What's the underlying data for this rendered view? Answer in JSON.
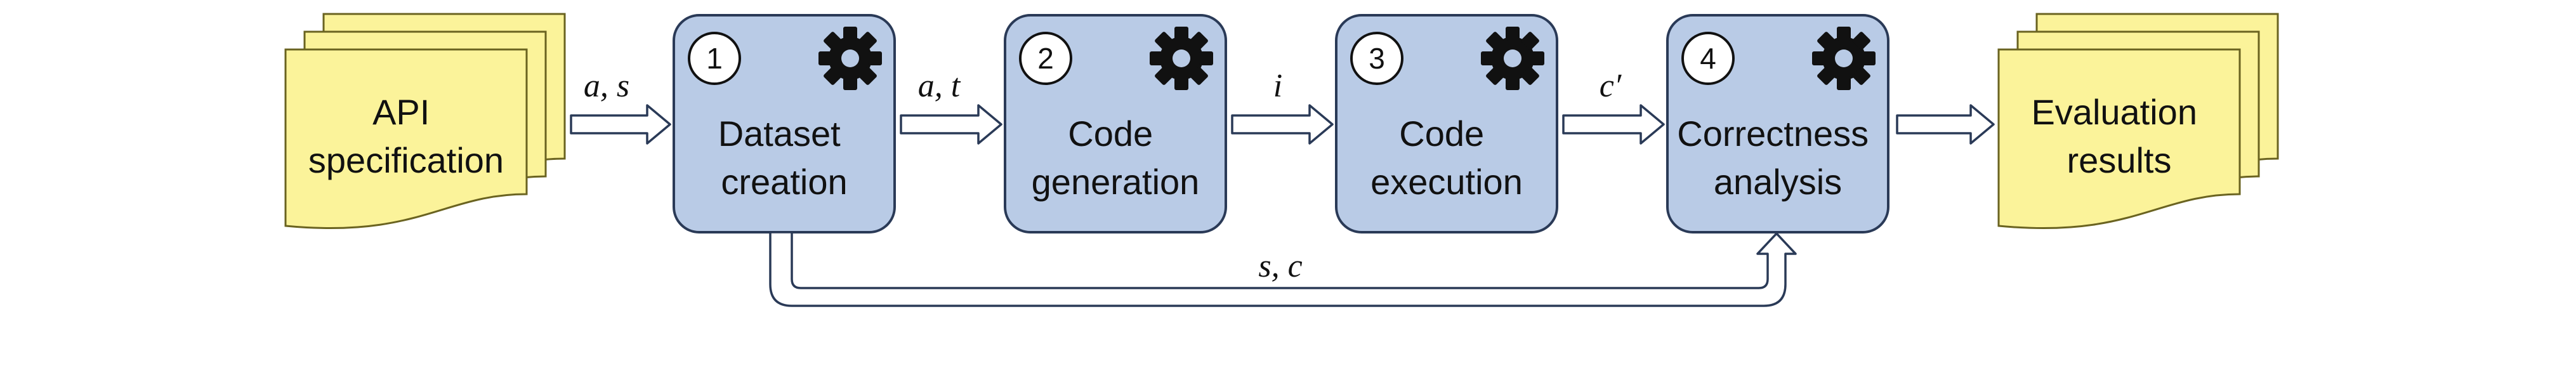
{
  "input_doc": {
    "lines": [
      "API",
      "specification"
    ]
  },
  "output_doc": {
    "lines": [
      "Evaluation",
      "results"
    ]
  },
  "stages": [
    {
      "number": "1",
      "lines": [
        "Dataset",
        "creation"
      ],
      "icon": "gear-icon"
    },
    {
      "number": "2",
      "lines": [
        "Code",
        "generation"
      ],
      "icon": "gear-icon"
    },
    {
      "number": "3",
      "lines": [
        "Code",
        "execution"
      ],
      "icon": "gear-icon"
    },
    {
      "number": "4",
      "lines": [
        "Correctness",
        "analysis"
      ],
      "icon": "gear-icon"
    }
  ],
  "edges": [
    {
      "label": "a, s"
    },
    {
      "label": "a, t"
    },
    {
      "label": "i"
    },
    {
      "label": "c′"
    },
    {
      "label": ""
    }
  ],
  "bypass_edge": {
    "label": "s, c"
  },
  "colors": {
    "stage_fill": "#b9cbe6",
    "stage_stroke": "#2a3a57",
    "doc_fill": "#fbf39a",
    "doc_stroke": "#6a6320",
    "arrow_fill": "#ffffff",
    "arrow_stroke": "#2a3a57",
    "gear": "#111111"
  }
}
